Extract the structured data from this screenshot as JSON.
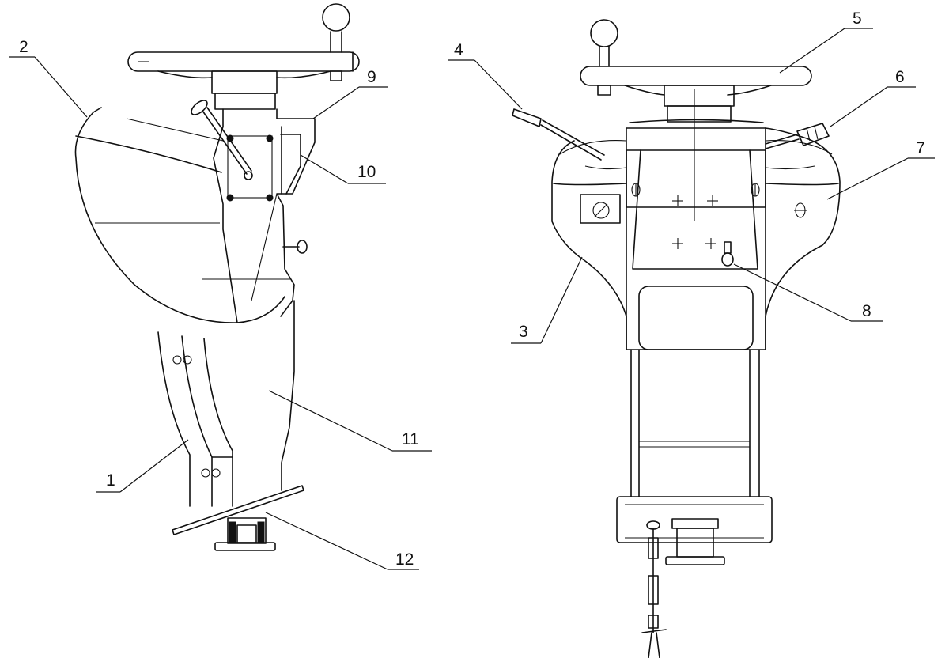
{
  "figure": {
    "callouts": {
      "c1": "1",
      "c2": "2",
      "c3": "3",
      "c4": "4",
      "c5": "5",
      "c6": "6",
      "c7": "7",
      "c8": "8",
      "c9": "9",
      "c10": "10",
      "c11": "11",
      "c12": "12"
    }
  }
}
